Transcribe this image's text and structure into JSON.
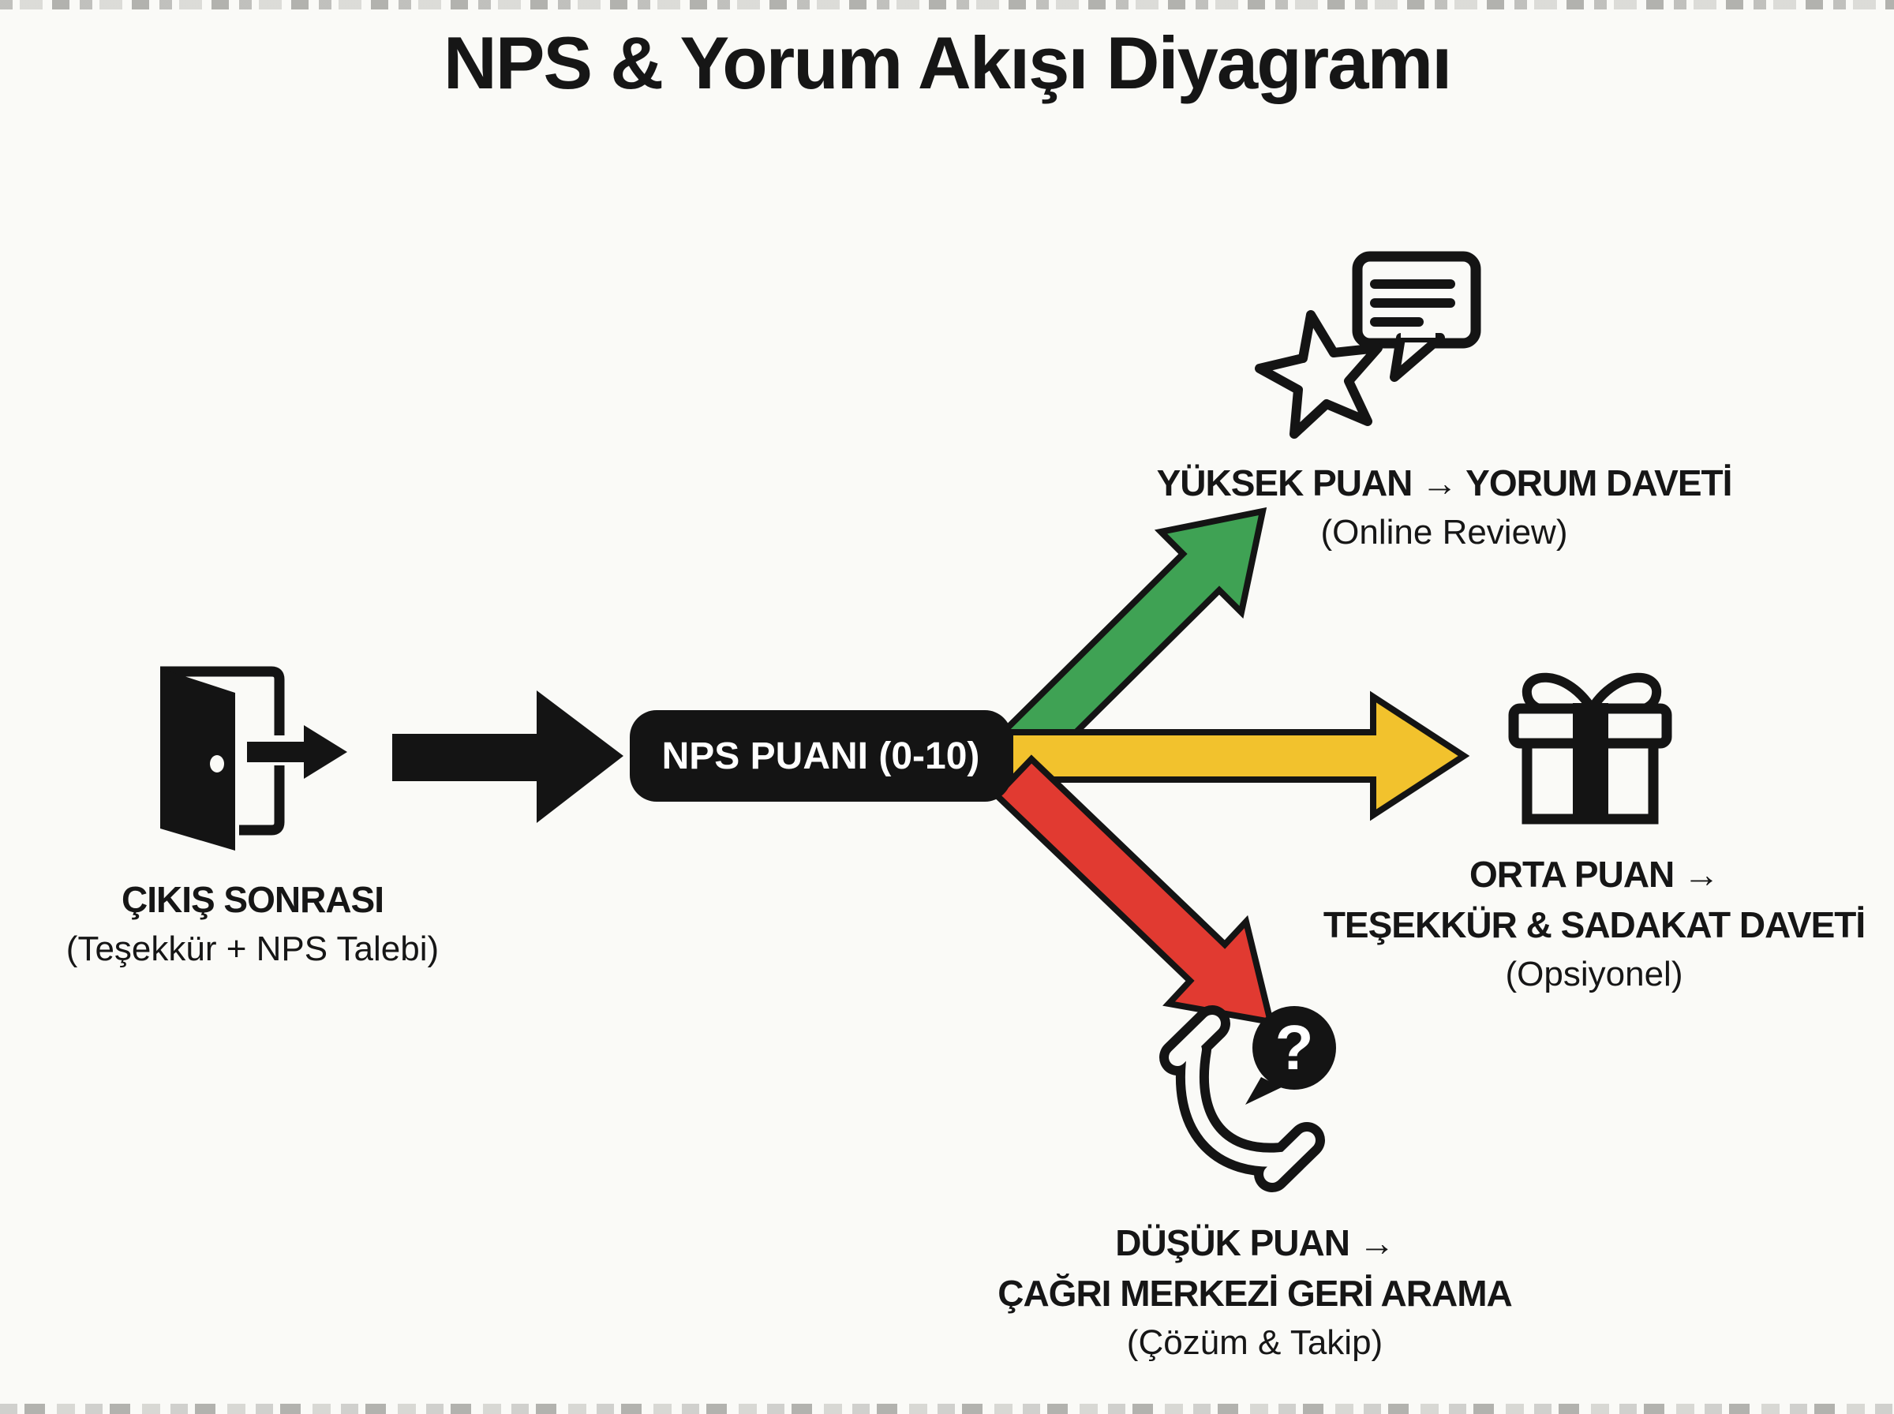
{
  "title": "NPS & Yorum Akışı Diyagramı",
  "colors": {
    "background": "#fafaf7",
    "ink": "#141414",
    "green": "#3fa254",
    "yellow": "#f2c22d",
    "red": "#e13a31",
    "white": "#ffffff"
  },
  "flow": {
    "start": {
      "title": "ÇIKIŞ SONRASI",
      "subtitle": "(Teşekkür + NPS Talebi)"
    },
    "score_node": {
      "label": "NPS PUANI (0-10)"
    },
    "branch_high": {
      "title": "YÜKSEK PUAN → YORUM DAVETİ",
      "subtitle": "(Online Review)"
    },
    "branch_mid": {
      "title_line1": "ORTA PUAN →",
      "title_line2": "TEŞEKKÜR & SADAKAT DAVETİ",
      "subtitle": "(Opsiyonel)"
    },
    "branch_low": {
      "title_line1": "DÜŞÜK PUAN →",
      "title_line2": "ÇAĞRI MERKEZİ GERİ ARAMA",
      "subtitle": "(Çözüm & Takip)"
    },
    "question_mark": "?"
  }
}
